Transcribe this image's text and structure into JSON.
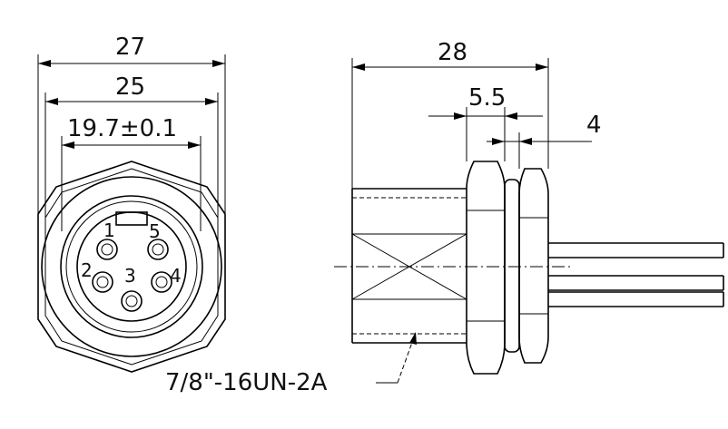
{
  "front_view": {
    "dim_outer": "27",
    "dim_flats": "25",
    "dim_inner": "19.7±0.1",
    "pins": [
      "1",
      "2",
      "3",
      "4",
      "5"
    ]
  },
  "side_view": {
    "dim_length": "28",
    "dim_nut": "5.5",
    "dim_flange": "4",
    "thread_label": "7/8\"-16UN-2A"
  }
}
